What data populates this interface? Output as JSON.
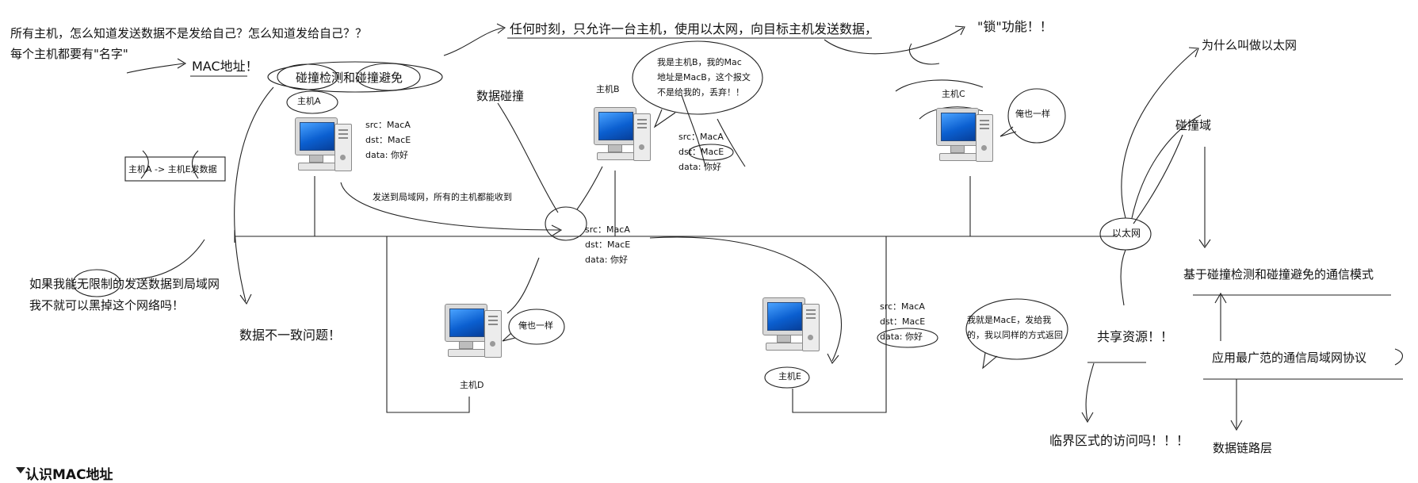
{
  "notes": {
    "top_question": "所有主机，怎么知道发送数据不是发给自己？怎么知道发给自己？？",
    "name_note": "每个主机都要有\"名字\"",
    "mac_addr": "MAC地址！",
    "csma": "碰撞检测和碰撞避免",
    "one_host": "任何时刻，只允许一台主机，使用以太网，向目标主机发送数据，",
    "lock": "\"锁\"功能！！",
    "why_ethernet": "为什么叫做以太网",
    "collision": "数据碰撞",
    "collision_domain": "碰撞域",
    "hostA_to_E": "主机A -> 主机E发数据",
    "broadcast": "发送到局域网，所有的主机都能收到",
    "attack_q1": "如果我能无限制的发送数据到局域网",
    "attack_q2": "我不就可以黑掉这个网络吗！",
    "inconsistent": "数据不一致问题！",
    "shared": "共享资源！！",
    "critical": "临界区式的访问吗！！！",
    "mode": "基于碰撞检测和碰撞避免的通信模式",
    "widest": "应用最广范的通信局域网协议",
    "datalink": "数据链路层",
    "ethernet": "以太网"
  },
  "hosts": {
    "a": "主机A",
    "b": "主机B",
    "c": "主机C",
    "d": "主机D",
    "e": "主机E"
  },
  "bubbles": {
    "b_line1": "我是主机B，我的Mac",
    "b_line2": "地址是MacB，这个报文",
    "b_line3": "不是给我的，丢弃！！",
    "c": "俺也一样",
    "d": "俺也一样",
    "e_line1": "我就是MacE，发给我",
    "e_line2": "的，我以同样的方式返回"
  },
  "packet": {
    "src": "src：MacA",
    "dst": "dst：MacE",
    "data": "data: 你好"
  },
  "section": {
    "title": "认识MAC地址"
  }
}
